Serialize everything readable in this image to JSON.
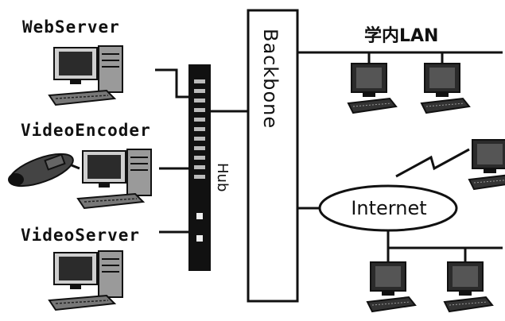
{
  "labels": {
    "web_server": "WebServer",
    "video_encoder": "VideoEncoder",
    "video_server": "VideoServer",
    "campus_lan": "学内LAN",
    "backbone": "Backbone",
    "hub": "Hub",
    "internet": "Internet"
  },
  "colors": {
    "ink": "#111111",
    "background": "#ffffff",
    "screen": "#2b2b2b"
  },
  "icons": [
    "desktop-computer-icon",
    "camera-icon",
    "lightning-link-icon"
  ]
}
